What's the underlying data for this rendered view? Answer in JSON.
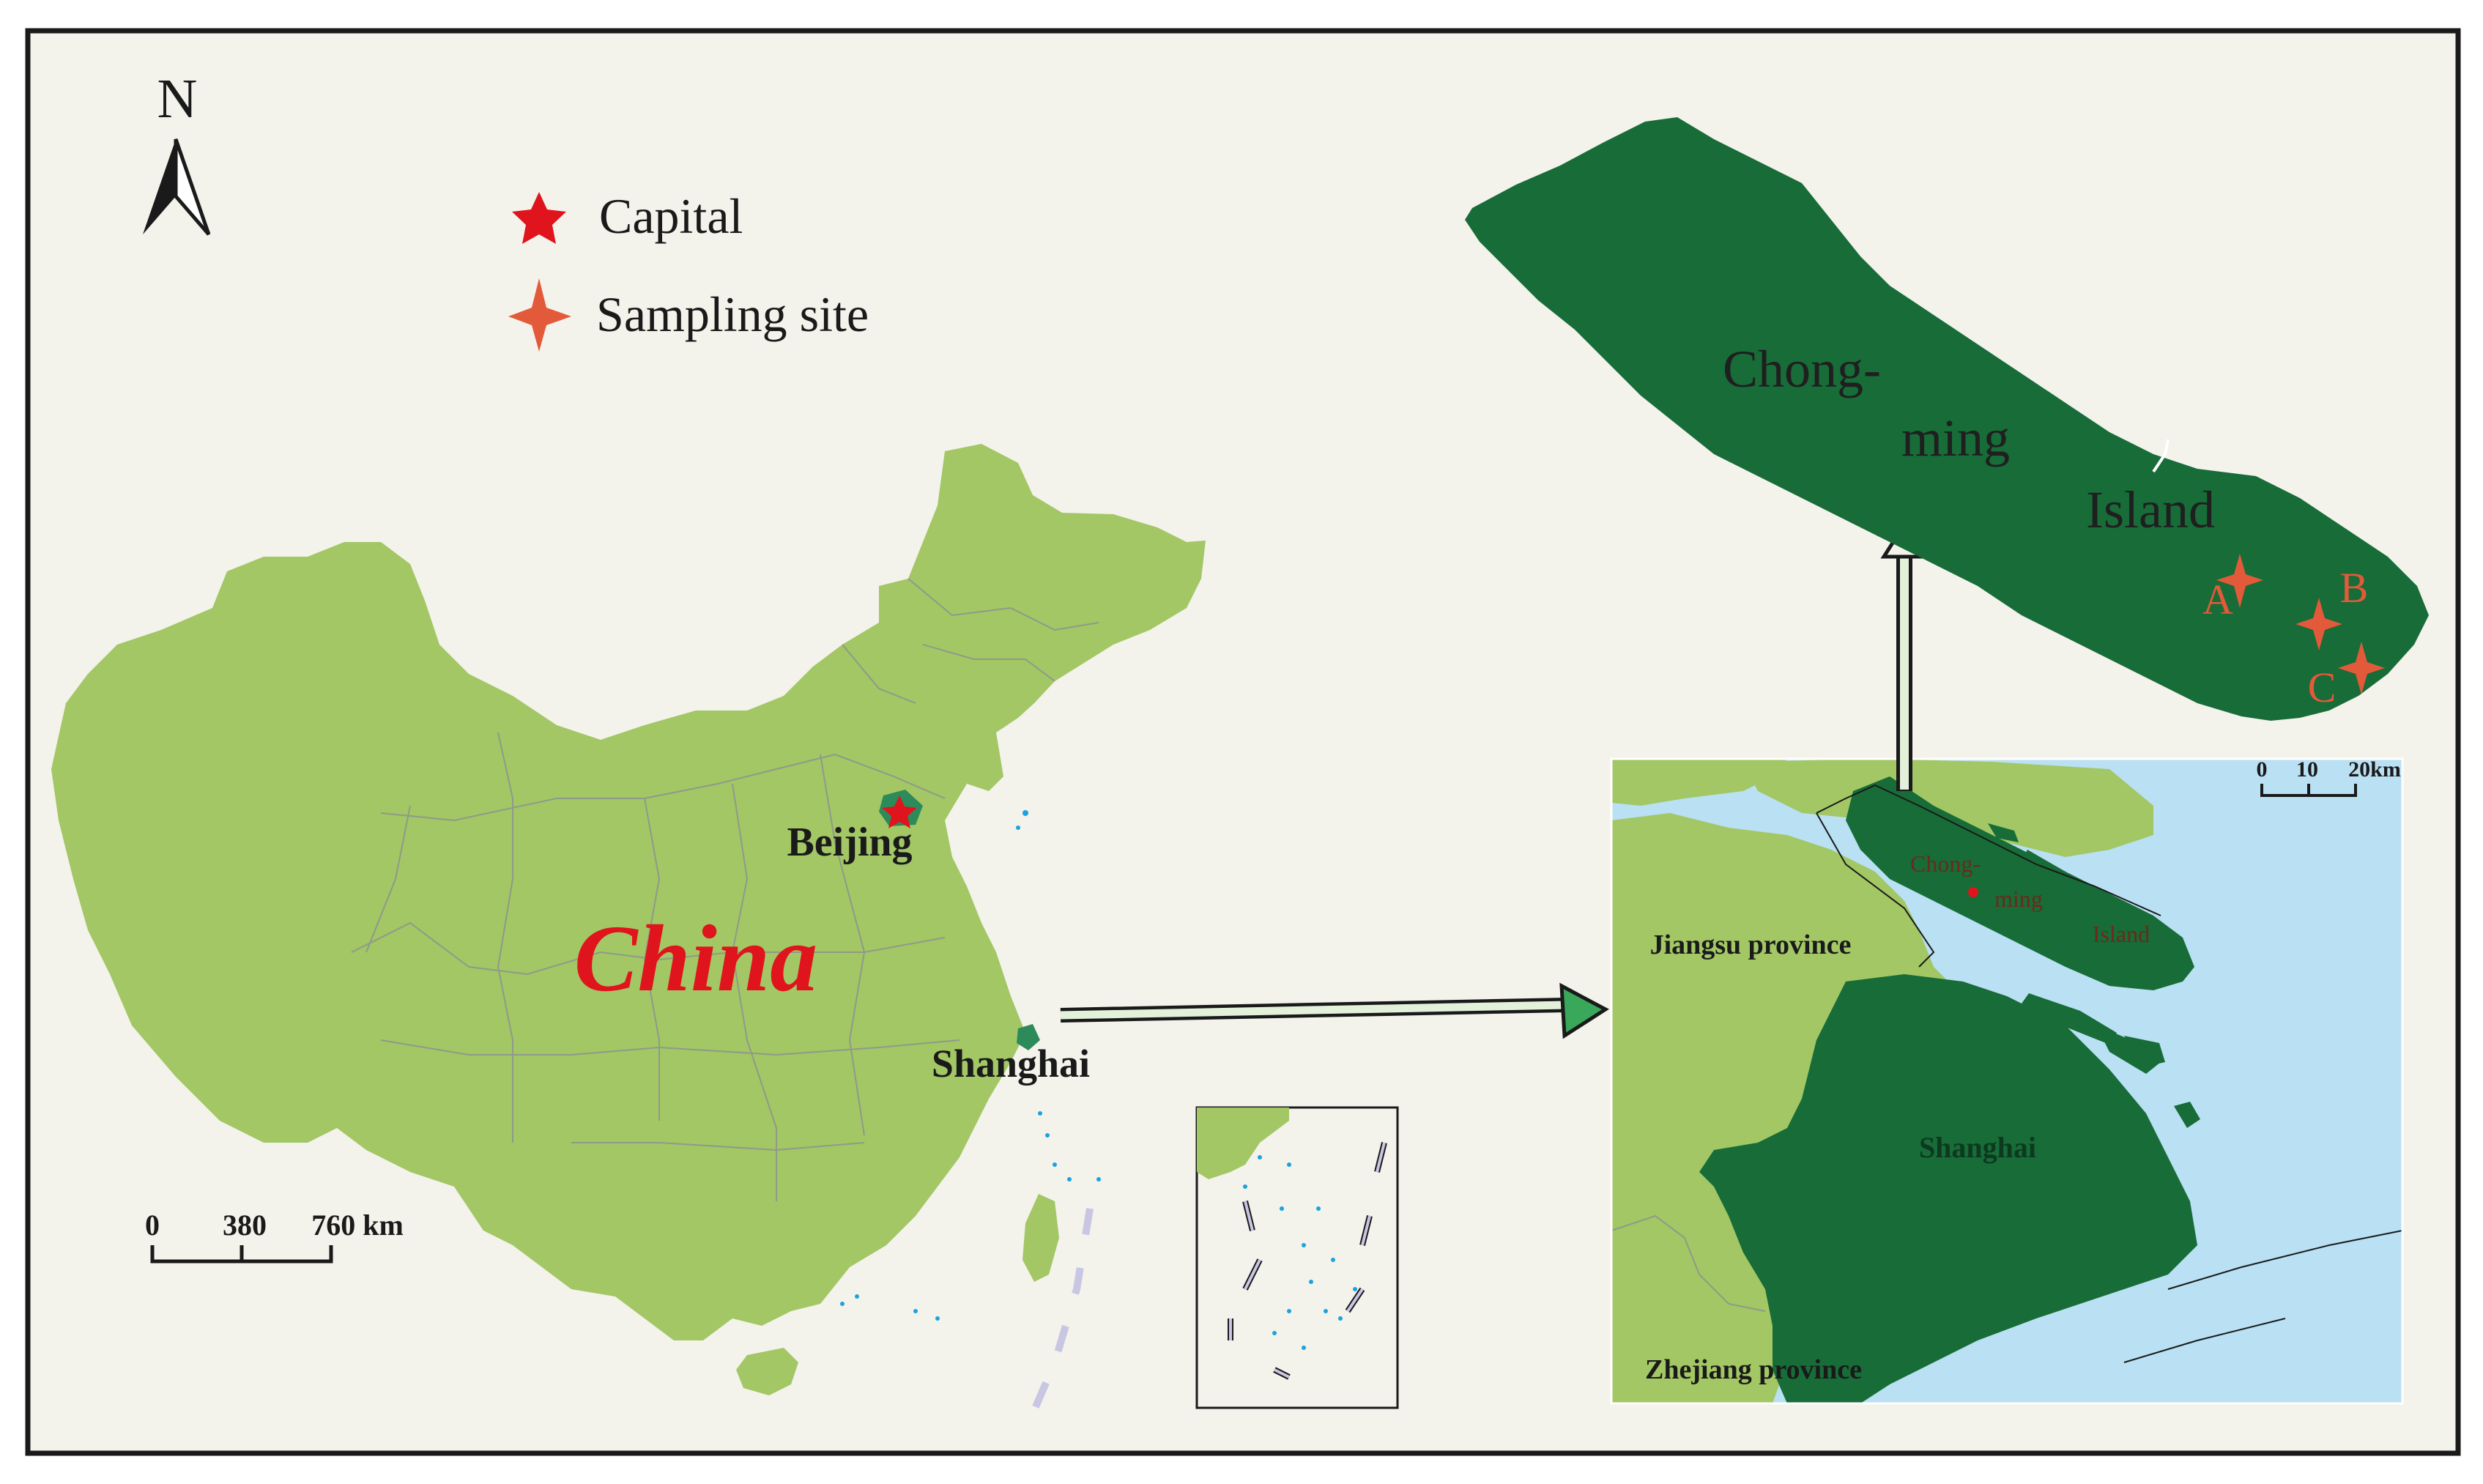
{
  "north_label": "N",
  "legend": {
    "capital": "Capital",
    "sampling_site": "Sampling site"
  },
  "labels": {
    "china": "China",
    "beijing": "Beijing",
    "shanghai": "Shanghai"
  },
  "scale_china": {
    "t0": "0",
    "t1": "380",
    "t2": "760 km"
  },
  "scale_inset": {
    "t0": "0",
    "t1": "10",
    "t2": "20km"
  },
  "inset": {
    "jiangsu": "Jiangsu province",
    "zhejiang": "Zhejiang province",
    "shanghai": "Shanghai",
    "chong": "Chong-",
    "ming": "ming",
    "island": "Island"
  },
  "island": {
    "chong": "Chong-",
    "ming": "ming",
    "island": "Island"
  },
  "sites": {
    "a": "A",
    "b": "B",
    "c": "C"
  },
  "colors": {
    "background": "#f3f2eb",
    "china_fill": "#a2c764",
    "province_line": "#8f9a8a",
    "island_fill": "#176c38",
    "sea": "#b9e0f3",
    "capital_star": "#e0141c",
    "site_star": "#e25a3a",
    "china_label": "#e0141c"
  }
}
